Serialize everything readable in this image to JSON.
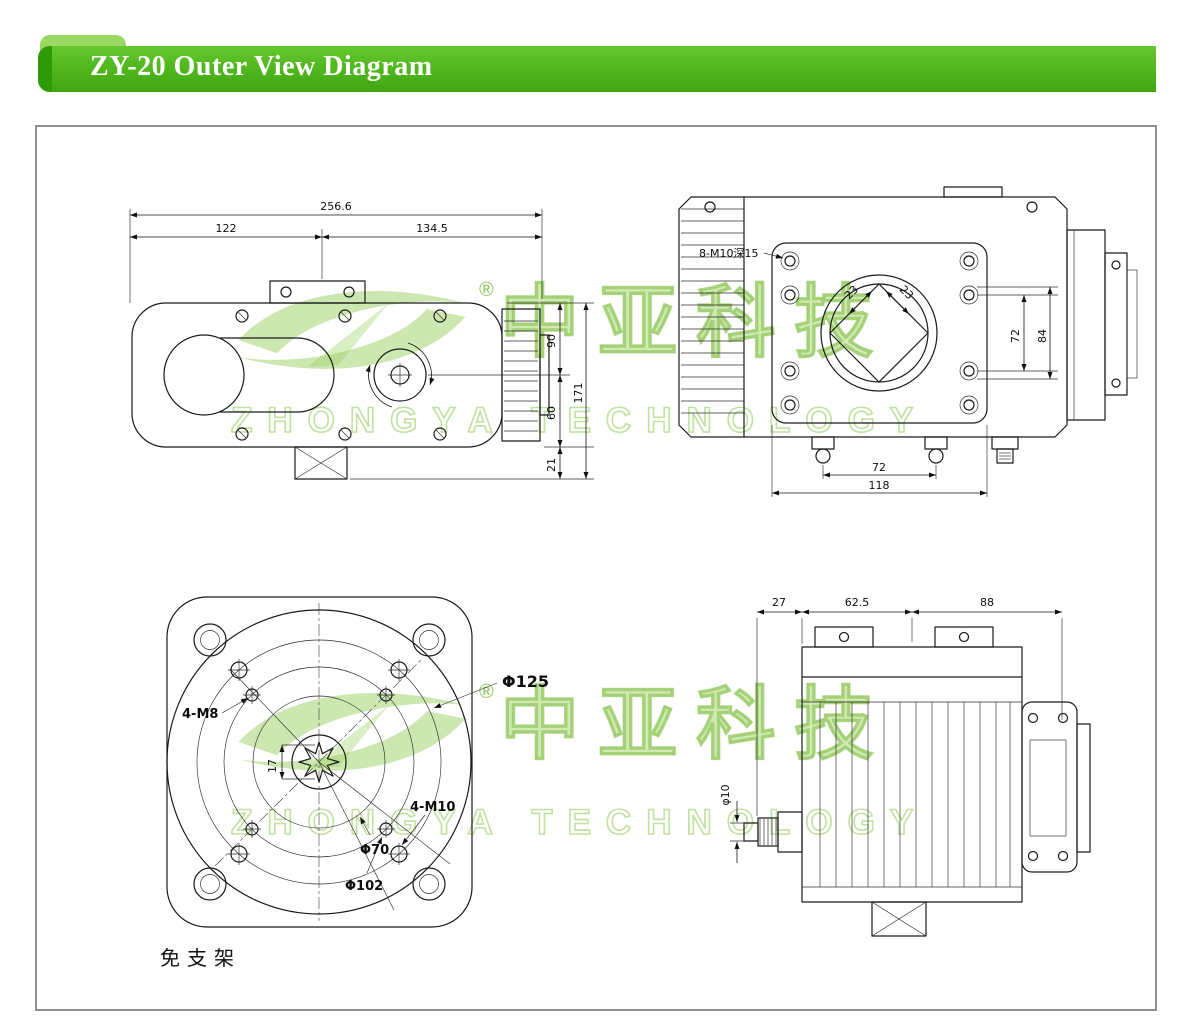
{
  "header": {
    "title": "ZY-20 Outer View Diagram"
  },
  "watermark": {
    "reg": "®",
    "cn": "中亚科技",
    "en": "ZHONGYA TECHNOLOGY"
  },
  "colors": {
    "header_green": "#4eb51d",
    "header_green_dark": "#2e9a07",
    "watermark_green": "#9bd264",
    "line_color": "#1a1a1a"
  },
  "views": {
    "side": {
      "dim_total": "256.6",
      "dim_left": "122",
      "dim_right": "134.5",
      "dim_h_top": "90",
      "dim_h_mid": "60",
      "dim_h_bottom": "21",
      "dim_h_total": "171"
    },
    "front": {
      "thread_note": "8-M10深15",
      "dim_sq_left": "23",
      "dim_sq_right": "23",
      "dim_v_inner": "72",
      "dim_v_outer": "84",
      "dim_feet": "72",
      "dim_width": "118"
    },
    "flange": {
      "dia_bolt_circle": "Φ125",
      "holes_small": "4-M8",
      "dim_center": "17",
      "holes_large": "4-M10",
      "dia_mid": "Φ70",
      "dia_outer": "Φ102",
      "caption": "免支架"
    },
    "end": {
      "dim_a": "27",
      "dim_b": "62.5",
      "dim_c": "88",
      "dia_gland": "φ10"
    }
  }
}
